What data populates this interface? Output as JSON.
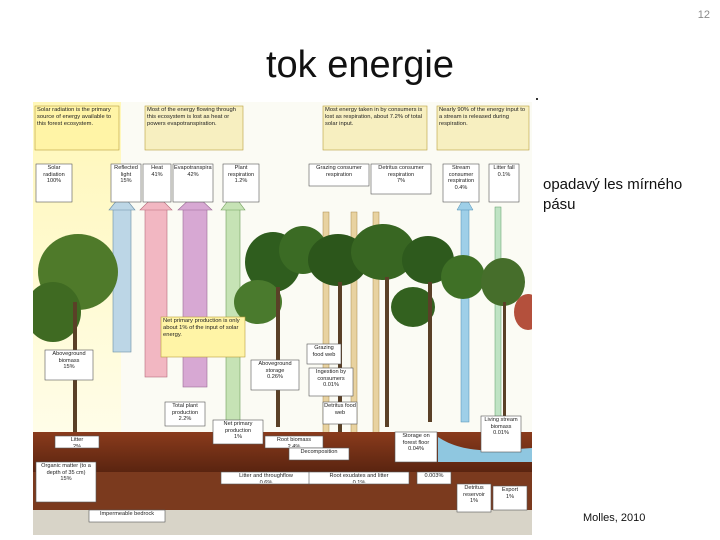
{
  "slide_number": "12",
  "title": "tok energie",
  "caption": "opadavý les mírného pásu",
  "credit": "Molles, 2010",
  "figure": {
    "notes": {
      "solar": "Solar radiation is the primary source of energy available to this forest ecosystem.",
      "evapo": "Most of the energy flowing through this ecosystem is lost as heat or powers evapotranspiration.",
      "consumers": "Most energy taken in by consumers is lost as respiration, about 7.2% of total solar input.",
      "stream": "Nearly 90% of the energy input to a stream is released during respiration.",
      "npp": "Net primary production is only about 1% of the input of solar energy."
    },
    "top_boxes": [
      {
        "label": "Solar radiation",
        "value": "100%"
      },
      {
        "label": "Reflected light",
        "value": "15%"
      },
      {
        "label": "Heat",
        "value": "41%"
      },
      {
        "label": "Evapotranspiration",
        "value": "42%"
      },
      {
        "label": "Plant respiration",
        "value": "1.2%"
      },
      {
        "label": "Grazing consumer respiration",
        "value": ""
      },
      {
        "label": "Detritus consumer respiration",
        "value": "7%"
      },
      {
        "label": "Stream consumer respiration",
        "value": "0.4%"
      },
      {
        "label": "Litter fall",
        "value": "0.1%"
      }
    ],
    "boxes": [
      {
        "label": "Aboveground biomass",
        "value": "15%"
      },
      {
        "label": "Aboveground storage",
        "value": "0.26%"
      },
      {
        "label": "Grazing food web",
        "value": ""
      },
      {
        "label": "Ingestion by consumers",
        "value": "0.01%"
      },
      {
        "label": "Detritus food web",
        "value": ""
      },
      {
        "label": "Total plant production",
        "value": "2.2%"
      },
      {
        "label": "Net primary production",
        "value": "1%"
      },
      {
        "label": "Root biomass",
        "value": "2.4%"
      },
      {
        "label": "Decomposition",
        "value": ""
      },
      {
        "label": "Storage on forest floor",
        "value": "0.04%"
      },
      {
        "label": "Living stream biomass",
        "value": "0.01%"
      },
      {
        "label": "Litter",
        "value": "2%"
      },
      {
        "label": "Organic matter (to a depth of 35 cm)",
        "value": "15%"
      },
      {
        "label": "Litter and throughflow",
        "value": "0.6%"
      },
      {
        "label": "Root exudates and litter",
        "value": "0.1%"
      },
      {
        "label": "",
        "value": "0.003%"
      },
      {
        "label": "Detritus reservoir",
        "value": "1%"
      },
      {
        "label": "Export",
        "value": "1%"
      },
      {
        "label": "Impermeable bedrock",
        "value": ""
      }
    ]
  }
}
